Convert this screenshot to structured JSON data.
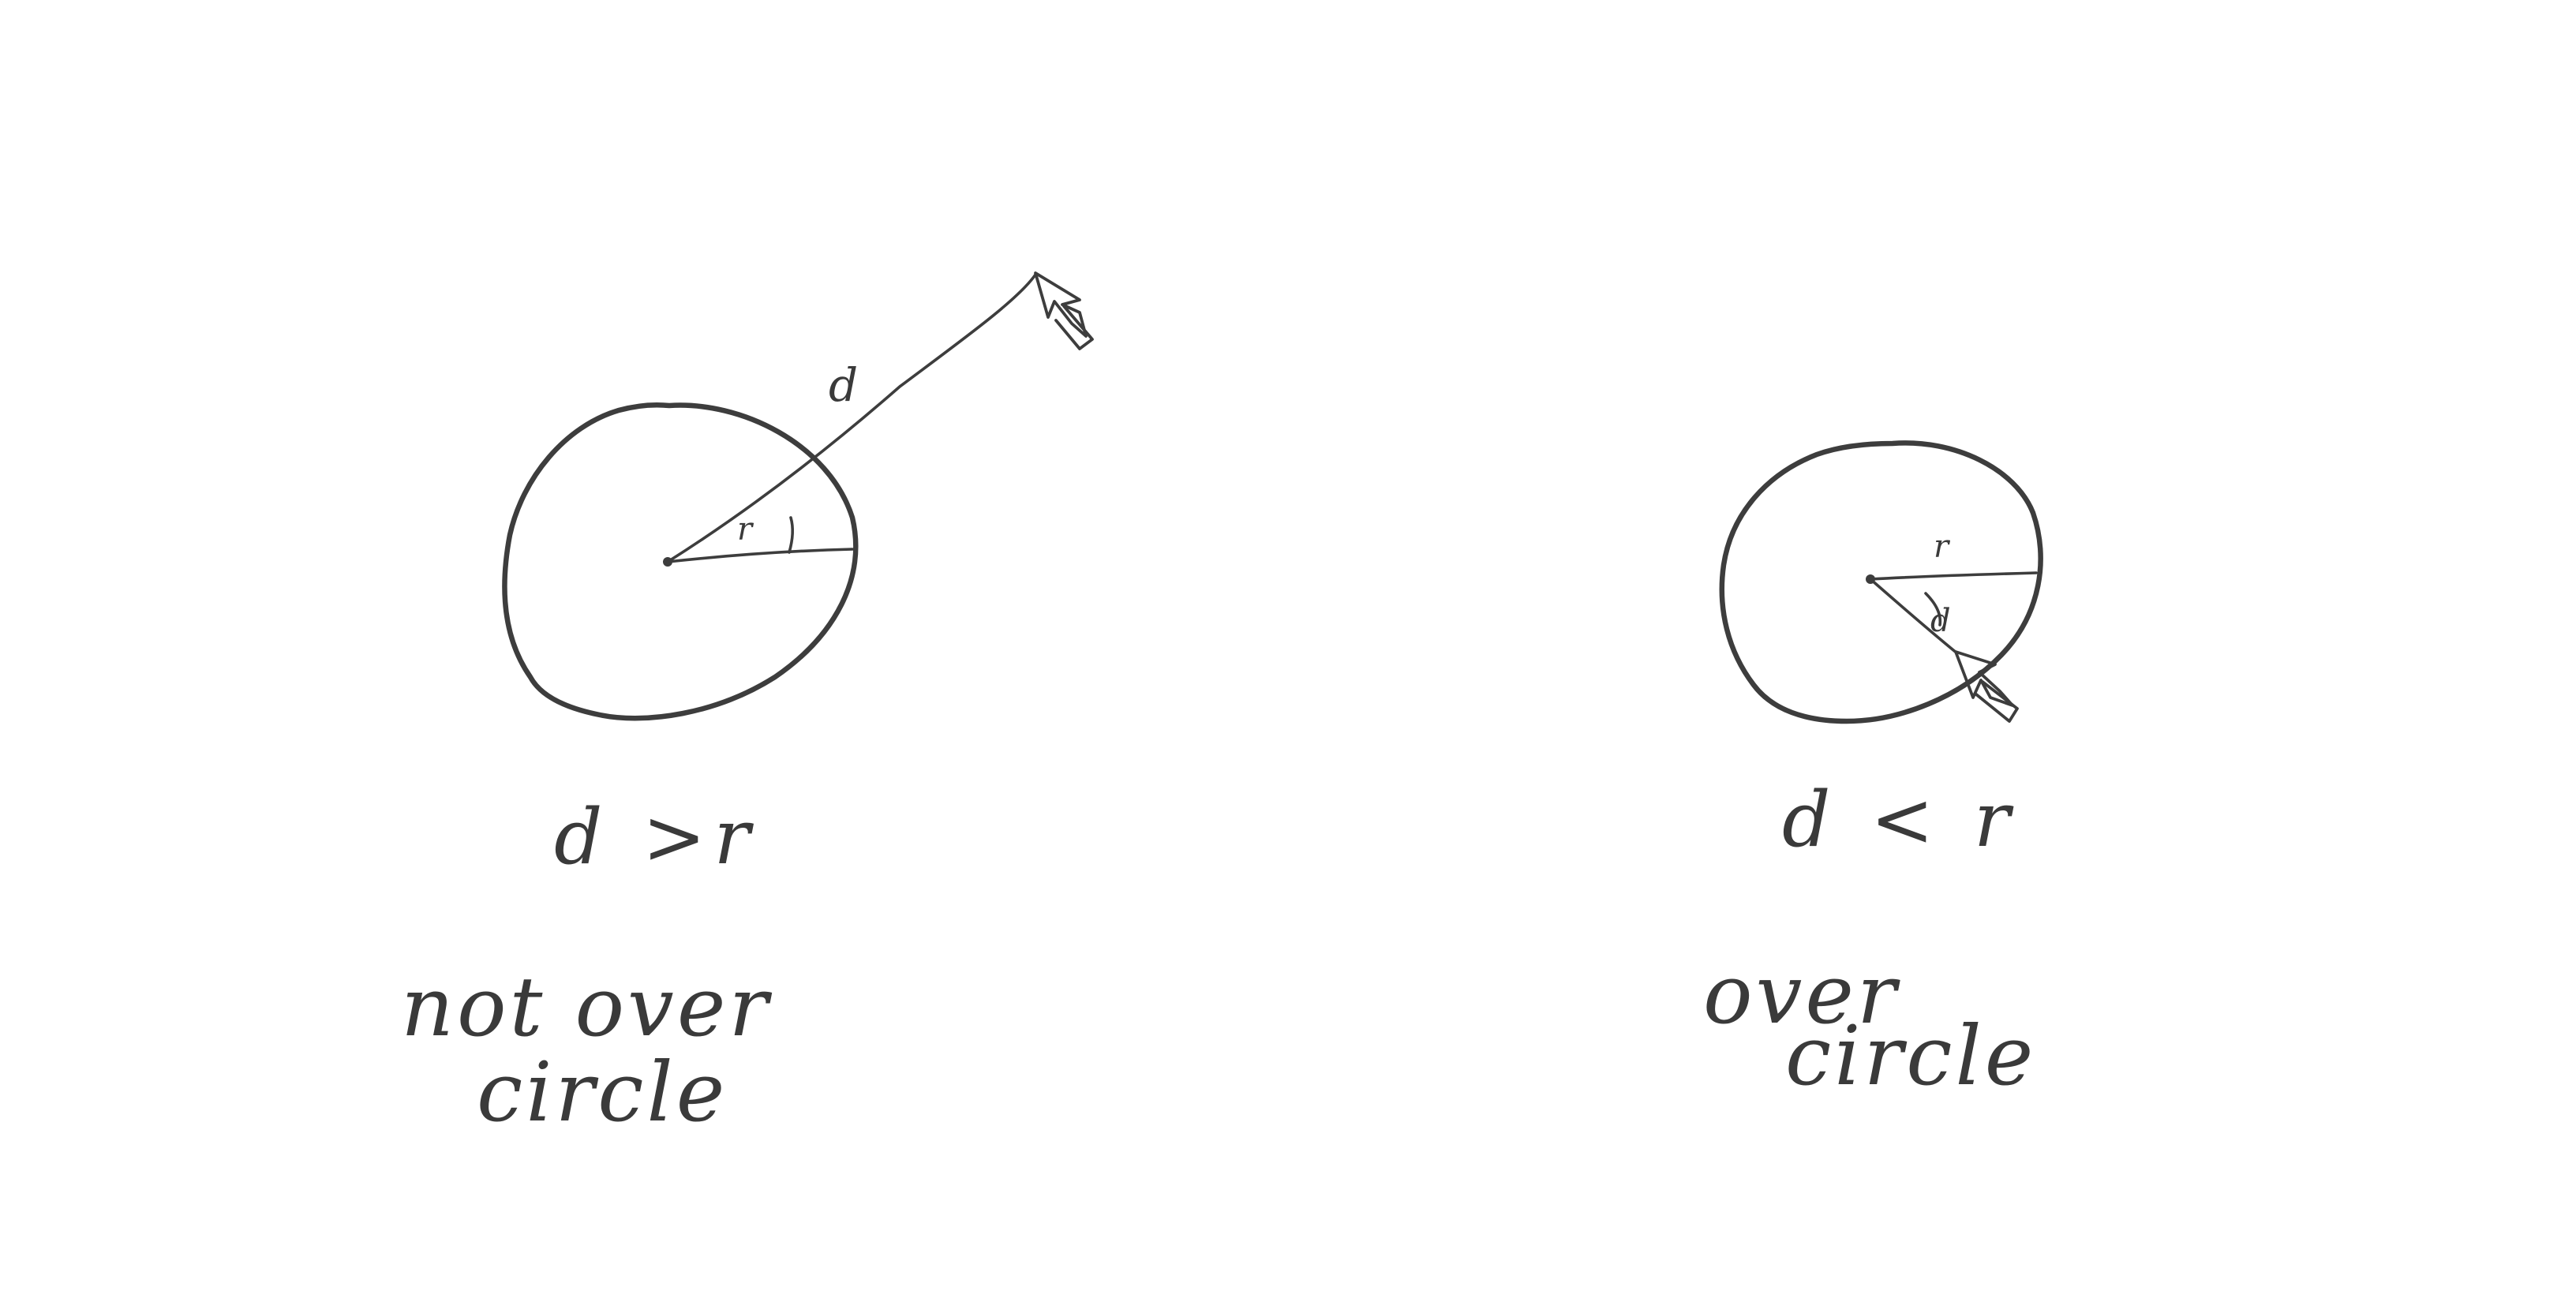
{
  "colors": {
    "ink": "#3d3d3d",
    "paper": "#ffffff"
  },
  "left_panel": {
    "radius_label": "r",
    "distance_label": "d",
    "condition": "d >r",
    "caption_line1": "not over",
    "caption_line2": "circle",
    "pointer_icon": "mouse-arrow-icon"
  },
  "right_panel": {
    "radius_label": "r",
    "distance_label": "d",
    "condition": "d < r",
    "caption_line1": "over",
    "caption_line2": "circle",
    "pointer_icon": "mouse-arrow-icon"
  }
}
